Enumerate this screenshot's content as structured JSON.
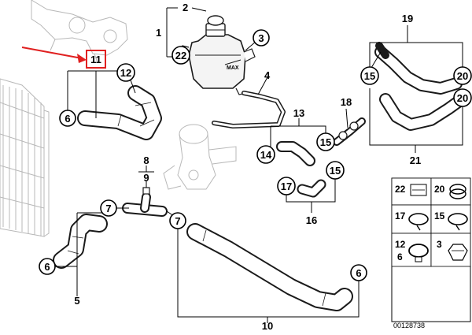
{
  "diagram": {
    "callouts": {
      "n2": "2",
      "n1": "1",
      "n3": "3",
      "n22": "22",
      "n4": "4",
      "n11": "11",
      "n12": "12",
      "n6a": "6",
      "n19": "19",
      "n15a": "15",
      "n20a": "20",
      "n20b": "20",
      "n21": "21",
      "n18": "18",
      "n13": "13",
      "n14": "14",
      "n15b": "15",
      "n17": "17",
      "n15c": "15",
      "n16": "16",
      "n8": "8",
      "n9": "9",
      "n7a": "7",
      "n7b": "7",
      "n6b": "6",
      "n5": "5",
      "n6c": "6",
      "n10": "10",
      "max_label": "MAX"
    },
    "parts_box": {
      "c22": "22",
      "c20": "20",
      "c17": "17",
      "c15": "15",
      "c12": "12",
      "c6": "6",
      "c3": "3"
    },
    "catalog_number": "00128738",
    "highlight_color": "#e02020"
  }
}
